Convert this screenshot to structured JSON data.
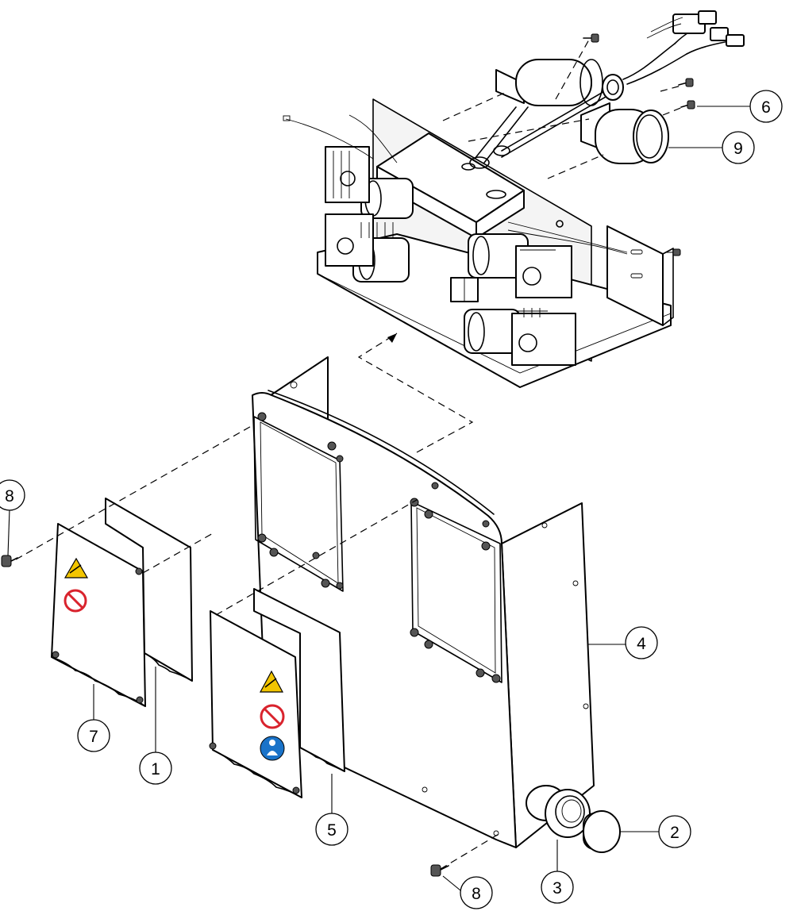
{
  "callouts": [
    {
      "id": "callout-6",
      "label": "6"
    },
    {
      "id": "callout-9",
      "label": "9"
    },
    {
      "id": "callout-8-left",
      "label": "8"
    },
    {
      "id": "callout-4",
      "label": "4"
    },
    {
      "id": "callout-7",
      "label": "7"
    },
    {
      "id": "callout-1",
      "label": "1"
    },
    {
      "id": "callout-5",
      "label": "5"
    },
    {
      "id": "callout-2",
      "label": "2"
    },
    {
      "id": "callout-3",
      "label": "3"
    },
    {
      "id": "callout-8-bottom",
      "label": "8"
    }
  ],
  "colors": {
    "line": "#000000",
    "warning_yellow": "#f2c500",
    "prohibition_red": "#d9232d",
    "mandatory_blue": "#1a73c9"
  },
  "icons": [
    "warning-triangle-icon",
    "prohibition-icon",
    "mandatory-action-icon",
    "hex-bolt-icon"
  ]
}
